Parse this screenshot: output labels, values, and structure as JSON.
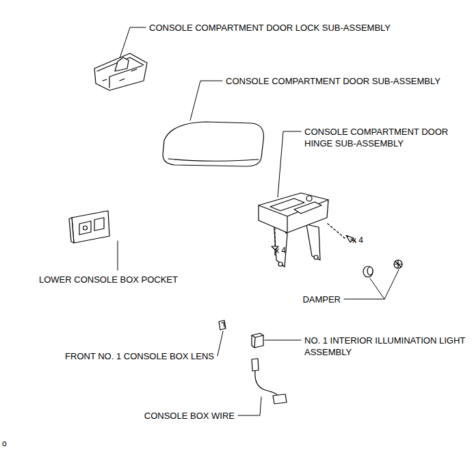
{
  "diagram": {
    "labels": [
      "CONSOLE COMPARTMENT DOOR LOCK SUB-ASSEMBLY",
      "CONSOLE COMPARTMENT DOOR SUB-ASSEMBLY",
      "CONSOLE COMPARTMENT DOOR HINGE SUB-ASSEMBLY",
      "x 4",
      "x 4",
      "LOWER CONSOLE BOX POCKET",
      "DAMPER",
      "FRONT NO. 1 CONSOLE BOX LENS",
      "NO. 1 INTERIOR ILLUMINATION LIGHT ASSEMBLY",
      "CONSOLE BOX WIRE",
      "o"
    ]
  }
}
